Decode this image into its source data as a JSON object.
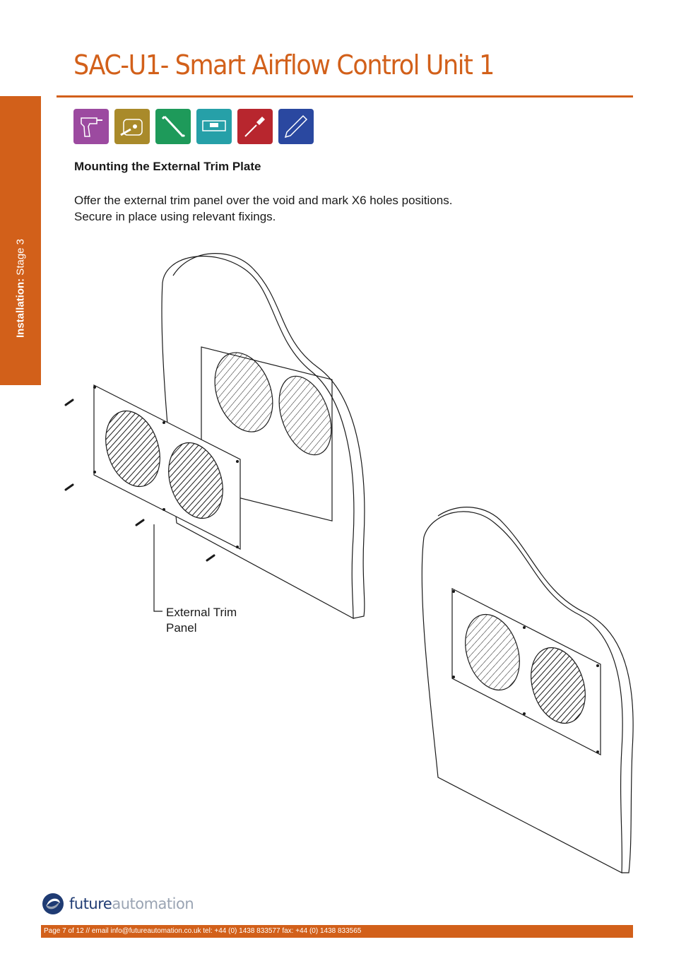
{
  "header": {
    "title": "SAC-U1- Smart Airflow Control Unit 1"
  },
  "sidebar": {
    "label_bold": "Installation:",
    "label_rest": " Stage 3"
  },
  "tools": [
    {
      "icon": "drill-icon",
      "color": "#9c4aa0"
    },
    {
      "icon": "tape-measure-icon",
      "color": "#a98a2a"
    },
    {
      "icon": "allen-key-icon",
      "color": "#1e9a5a"
    },
    {
      "icon": "spirit-level-icon",
      "color": "#26a0a8"
    },
    {
      "icon": "screwdriver-icon",
      "color": "#b8262e"
    },
    {
      "icon": "pencil-icon",
      "color": "#2a48a0"
    }
  ],
  "section": {
    "heading": "Mounting the External Trim Plate",
    "line1": "Offer the external trim panel over the void and mark X6 holes positions.",
    "line2": "Secure in place using relevant fixings."
  },
  "drawing": {
    "callout_line1": "External Trim",
    "callout_line2": "Panel"
  },
  "logo": {
    "part1": "future",
    "part2": "automation"
  },
  "footer": {
    "text": "Page 7 of 12 // email info@futureautomation.co.uk  tel: +44 (0) 1438 833577  fax: +44 (0) 1438 833565"
  },
  "colors": {
    "accent": "#d2601a",
    "logo_dark": "#1f3b73",
    "logo_light": "#9aa4b3"
  }
}
